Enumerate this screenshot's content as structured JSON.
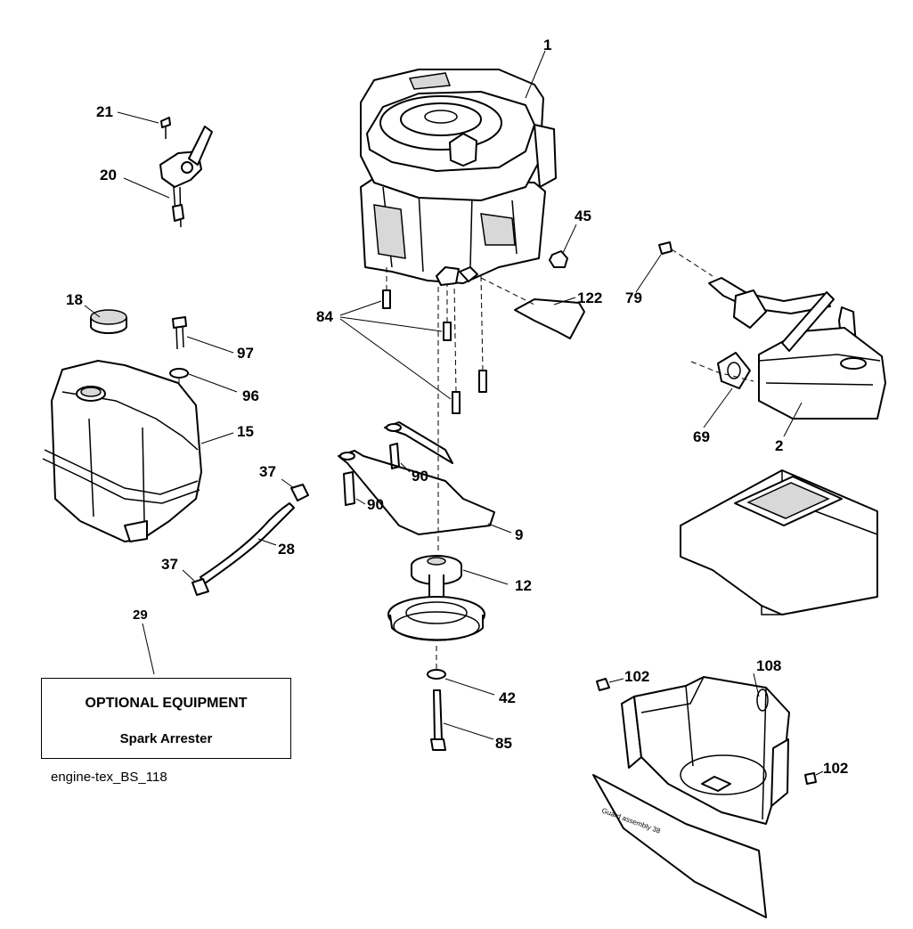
{
  "labels": {
    "p1": "1",
    "p2": "2",
    "p9": "9",
    "p12": "12",
    "p15": "15",
    "p18": "18",
    "p20": "20",
    "p21": "21",
    "p28": "28",
    "p29": "29",
    "p37a": "37",
    "p37b": "37",
    "p42": "42",
    "p45": "45",
    "p69": "69",
    "p79": "79",
    "p84": "84",
    "p85": "85",
    "p90a": "90",
    "p90b": "90",
    "p96": "96",
    "p97": "97",
    "p102a": "102",
    "p102b": "102",
    "p108": "108",
    "p122": "122"
  },
  "optional_box": {
    "title": "OPTIONAL EQUIPMENT",
    "subtitle": "Spark Arrester"
  },
  "reference_code": "engine-tex_BS_118",
  "guard_stamp": "Guard assembly 38"
}
